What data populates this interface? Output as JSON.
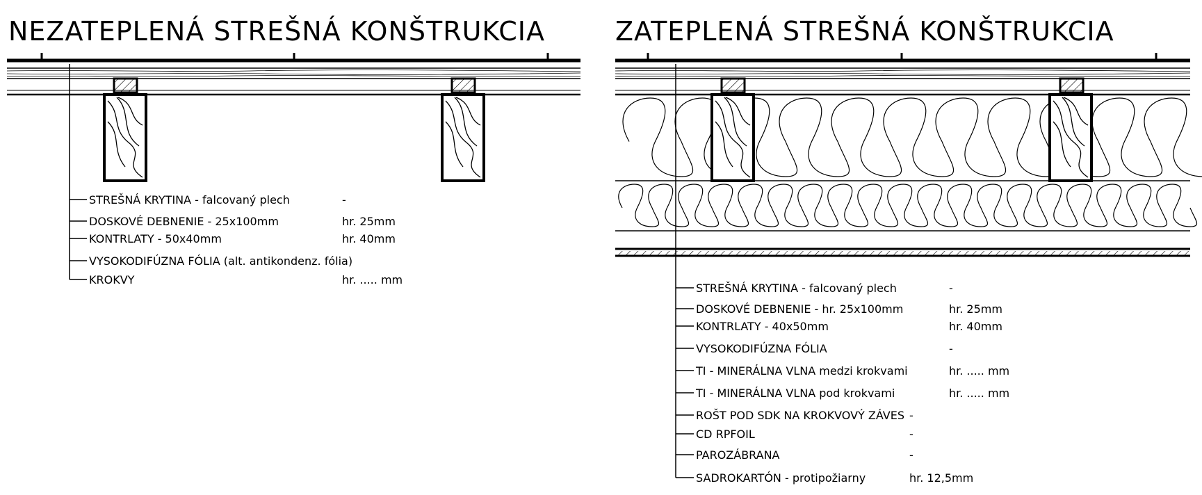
{
  "panels": [
    {
      "title": "NEZATEPLENÁ STREŠNÁ KONŠTRUKCIA",
      "layers": [
        {
          "name": "STREŠNÁ KRYTINA - falcovaný plech",
          "value": "-"
        },
        {
          "name": "DOSKOVÉ DEBNENIE - 25x100mm",
          "value": "hr. 25mm"
        },
        {
          "name": "KONTRLATY - 50x40mm",
          "value": "hr. 40mm"
        },
        {
          "name": "VYSOKODIFÚZNA FÓLIA (alt. antikondenz. fólia)",
          "value": "-"
        },
        {
          "name": "KROKVY",
          "value": "hr. ..... mm"
        }
      ]
    },
    {
      "title": "ZATEPLENÁ STREŠNÁ KONŠTRUKCIA",
      "layers": [
        {
          "name": "STREŠNÁ KRYTINA - falcovaný plech",
          "value": "-"
        },
        {
          "name": "DOSKOVÉ DEBNENIE - hr. 25x100mm",
          "value": "hr. 25mm"
        },
        {
          "name": "KONTRLATY - 40x50mm",
          "value": "hr. 40mm"
        },
        {
          "name": "VYSOKODIFÚZNA FÓLIA",
          "value": "-"
        },
        {
          "name": "TI - MINERÁLNA VLNA medzi krokvami",
          "value": "hr. ..... mm"
        },
        {
          "name": "TI - MINERÁLNA VLNA pod krokvami",
          "value": "hr. ..... mm"
        },
        {
          "name": "ROŠT POD SDK NA KROKVOVÝ ZÁVES",
          "value": "-"
        },
        {
          "name": "CD RPFOIL",
          "value": "-"
        },
        {
          "name": "PAROZÁBRANA",
          "value": "-"
        },
        {
          "name": "SADROKARTÓN - protipožiarny",
          "value": "hr. 12,5mm"
        }
      ]
    }
  ]
}
